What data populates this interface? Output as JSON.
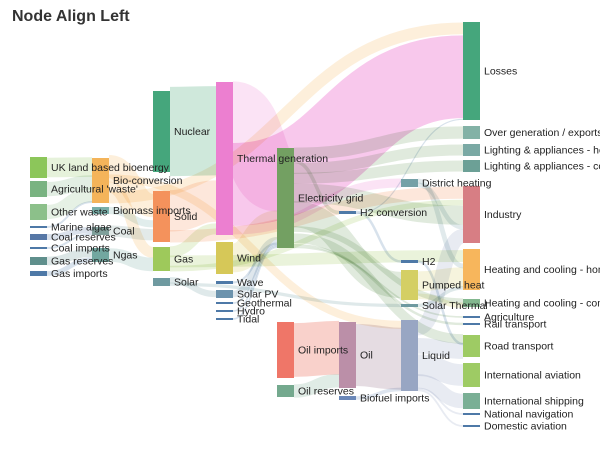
{
  "chart_data": {
    "type": "sankey",
    "title": "Node Align Left",
    "node_align": "left",
    "colors": {
      "scheme": [
        "#4e79a7",
        "#f28e2c",
        "#e15759",
        "#76b7b2",
        "#59a14f",
        "#edc949",
        "#af7aa1",
        "#ff9da7",
        "#9c755f",
        "#bab0ab"
      ]
    },
    "nodes": [
      {
        "name": "UK land based bioenergy",
        "color": "#8cc65a"
      },
      {
        "name": "Agricultural 'waste'",
        "color": "#79b381"
      },
      {
        "name": "Other waste",
        "color": "#8cc08a"
      },
      {
        "name": "Marine algae",
        "color": "#4e79a7"
      },
      {
        "name": "Coal reserves",
        "color": "#5677a6"
      },
      {
        "name": "Coal imports",
        "color": "#4e79a7"
      },
      {
        "name": "Gas reserves",
        "color": "#5f8f8c"
      },
      {
        "name": "Gas imports",
        "color": "#4e79a7"
      },
      {
        "name": "Bio-conversion",
        "color": "#f4b45a"
      },
      {
        "name": "Biomass imports",
        "color": "#78aea8"
      },
      {
        "name": "Coal",
        "color": "#7f9f9a"
      },
      {
        "name": "Ngas",
        "color": "#72a7a0"
      },
      {
        "name": "Nuclear",
        "color": "#45a67c"
      },
      {
        "name": "Solid",
        "color": "#f4925c"
      },
      {
        "name": "Gas",
        "color": "#9ec95b"
      },
      {
        "name": "Solar",
        "color": "#6f9aa0"
      },
      {
        "name": "Thermal generation",
        "color": "#ec7fd0"
      },
      {
        "name": "Wind",
        "color": "#d6c858"
      },
      {
        "name": "Solar PV",
        "color": "#6c93ad"
      },
      {
        "name": "Wave",
        "color": "#4e79a7"
      },
      {
        "name": "Geothermal",
        "color": "#4e79a7"
      },
      {
        "name": "Hydro",
        "color": "#4e79a7"
      },
      {
        "name": "Tidal",
        "color": "#4e79a7"
      },
      {
        "name": "Oil imports",
        "color": "#ef7668"
      },
      {
        "name": "Oil reserves",
        "color": "#74a98e"
      },
      {
        "name": "Electricity grid",
        "color": "#73a062"
      },
      {
        "name": "Oil",
        "color": "#bb8fa8"
      },
      {
        "name": "District heating",
        "color": "#75a1a7"
      },
      {
        "name": "H2 conversion",
        "color": "#4e79a7"
      },
      {
        "name": "H2",
        "color": "#4e79a7"
      },
      {
        "name": "Pumped heat",
        "color": "#d4cf64"
      },
      {
        "name": "Solar Thermal",
        "color": "#6f9aa0"
      },
      {
        "name": "Liquid",
        "color": "#98a6c3"
      },
      {
        "name": "Biofuel imports",
        "color": "#6a87b8"
      },
      {
        "name": "Losses",
        "color": "#45a67c"
      },
      {
        "name": "Over generation / exports",
        "color": "#83b2a6"
      },
      {
        "name": "Lighting & appliances - homes",
        "color": "#7aa9a4"
      },
      {
        "name": "Lighting & appliances - commercial",
        "color": "#6ca096"
      },
      {
        "name": "Industry",
        "color": "#d77e84"
      },
      {
        "name": "Heating and cooling - homes",
        "color": "#f7b65c"
      },
      {
        "name": "Heating and cooling - commercial",
        "color": "#83b88f"
      },
      {
        "name": "Agriculture",
        "color": "#4e79a7"
      },
      {
        "name": "Rail transport",
        "color": "#4e79a7"
      },
      {
        "name": "Road transport",
        "color": "#9ecb64"
      },
      {
        "name": "International aviation",
        "color": "#9ecb64"
      },
      {
        "name": "International shipping",
        "color": "#7aaf95"
      },
      {
        "name": "National navigation",
        "color": "#4e79a7"
      },
      {
        "name": "Domestic aviation",
        "color": "#4e79a7"
      }
    ],
    "links": [
      {
        "source": "UK land based bioenergy",
        "target": "Bio-conversion",
        "value": 19
      },
      {
        "source": "Agricultural 'waste'",
        "target": "Bio-conversion",
        "value": 13
      },
      {
        "source": "Other waste",
        "target": "Bio-conversion",
        "value": 13
      },
      {
        "source": "Marine algae",
        "target": "Bio-conversion",
        "value": 2
      },
      {
        "source": "Coal reserves",
        "target": "Coal",
        "value": 6
      },
      {
        "source": "Coal imports",
        "target": "Coal",
        "value": 2
      },
      {
        "source": "Gas reserves",
        "target": "Ngas",
        "value": 8
      },
      {
        "source": "Gas imports",
        "target": "Ngas",
        "value": 4
      },
      {
        "source": "Bio-conversion",
        "target": "Solid",
        "value": 16
      },
      {
        "source": "Bio-conversion",
        "target": "Liquid",
        "value": 6
      },
      {
        "source": "Bio-conversion",
        "target": "Gas",
        "value": 10
      },
      {
        "source": "Bio-conversion",
        "target": "Losses",
        "value": 10
      },
      {
        "source": "Biomass imports",
        "target": "Solid",
        "value": 4
      },
      {
        "source": "Coal",
        "target": "Solid",
        "value": 8
      },
      {
        "source": "Ngas",
        "target": "Gas",
        "value": 12
      },
      {
        "source": "Nuclear",
        "target": "Thermal generation",
        "value": 79
      },
      {
        "source": "Solid",
        "target": "Thermal generation",
        "value": 35
      },
      {
        "source": "Solid",
        "target": "Industry",
        "value": 10
      },
      {
        "source": "Gas",
        "target": "Thermal generation",
        "value": 10
      },
      {
        "source": "Gas",
        "target": "Heating and cooling - homes",
        "value": 10
      },
      {
        "source": "Gas",
        "target": "Industry",
        "value": 5
      },
      {
        "source": "Solar",
        "target": "Solar PV",
        "value": 4
      },
      {
        "source": "Solar",
        "target": "Solar Thermal",
        "value": 3
      },
      {
        "source": "Thermal generation",
        "target": "Electricity grid",
        "value": 50
      },
      {
        "source": "Thermal generation",
        "target": "Losses",
        "value": 66
      },
      {
        "source": "Thermal generation",
        "target": "District heating",
        "value": 8
      },
      {
        "source": "Wind",
        "target": "Electricity grid",
        "value": 20
      },
      {
        "source": "Solar PV",
        "target": "Electricity grid",
        "value": 4
      },
      {
        "source": "Wave",
        "target": "Electricity grid",
        "value": 1
      },
      {
        "source": "Geothermal",
        "target": "Electricity grid",
        "value": 1
      },
      {
        "source": "Hydro",
        "target": "Electricity grid",
        "value": 1
      },
      {
        "source": "Tidal",
        "target": "Electricity grid",
        "value": 1
      },
      {
        "source": "Oil imports",
        "target": "Oil",
        "value": 28
      },
      {
        "source": "Oil reserves",
        "target": "Oil",
        "value": 8
      },
      {
        "source": "Electricity grid",
        "target": "Over generation / exports",
        "value": 8
      },
      {
        "source": "Electricity grid",
        "target": "H2 conversion",
        "value": 3
      },
      {
        "source": "Electricity grid",
        "target": "Lighting & appliances - homes",
        "value": 7
      },
      {
        "source": "Electricity grid",
        "target": "Lighting & appliances - commercial",
        "value": 7
      },
      {
        "source": "Electricity grid",
        "target": "Industry",
        "value": 14
      },
      {
        "source": "Electricity grid",
        "target": "Pumped heat",
        "value": 16
      },
      {
        "source": "Electricity grid",
        "target": "Heating and cooling - commercial",
        "value": 5
      },
      {
        "source": "Electricity grid",
        "target": "Road transport",
        "value": 8
      },
      {
        "source": "Electricity grid",
        "target": "Rail transport",
        "value": 2
      },
      {
        "source": "Electricity grid",
        "target": "Agriculture",
        "value": 1
      },
      {
        "source": "Oil",
        "target": "Liquid",
        "value": 36
      },
      {
        "source": "District heating",
        "target": "Heating and cooling - homes",
        "value": 4
      },
      {
        "source": "District heating",
        "target": "Industry",
        "value": 4
      },
      {
        "source": "H2 conversion",
        "target": "H2",
        "value": 2
      },
      {
        "source": "H2 conversion",
        "target": "Losses",
        "value": 1
      },
      {
        "source": "H2",
        "target": "Road transport",
        "value": 2
      },
      {
        "source": "Pumped heat",
        "target": "Heating and cooling - homes",
        "value": 12
      },
      {
        "source": "Pumped heat",
        "target": "Heating and cooling - commercial",
        "value": 4
      },
      {
        "source": "Solar Thermal",
        "target": "Heating and cooling - homes",
        "value": 3
      },
      {
        "source": "Biofuel imports",
        "target": "Liquid",
        "value": 2
      },
      {
        "source": "Liquid",
        "target": "Industry",
        "value": 10
      },
      {
        "source": "Liquid",
        "target": "Road transport",
        "value": 12
      },
      {
        "source": "Liquid",
        "target": "International aviation",
        "value": 12
      },
      {
        "source": "Liquid",
        "target": "International shipping",
        "value": 8
      },
      {
        "source": "Liquid",
        "target": "National navigation",
        "value": 1
      },
      {
        "source": "Liquid",
        "target": "Domestic aviation",
        "value": 1
      }
    ]
  }
}
